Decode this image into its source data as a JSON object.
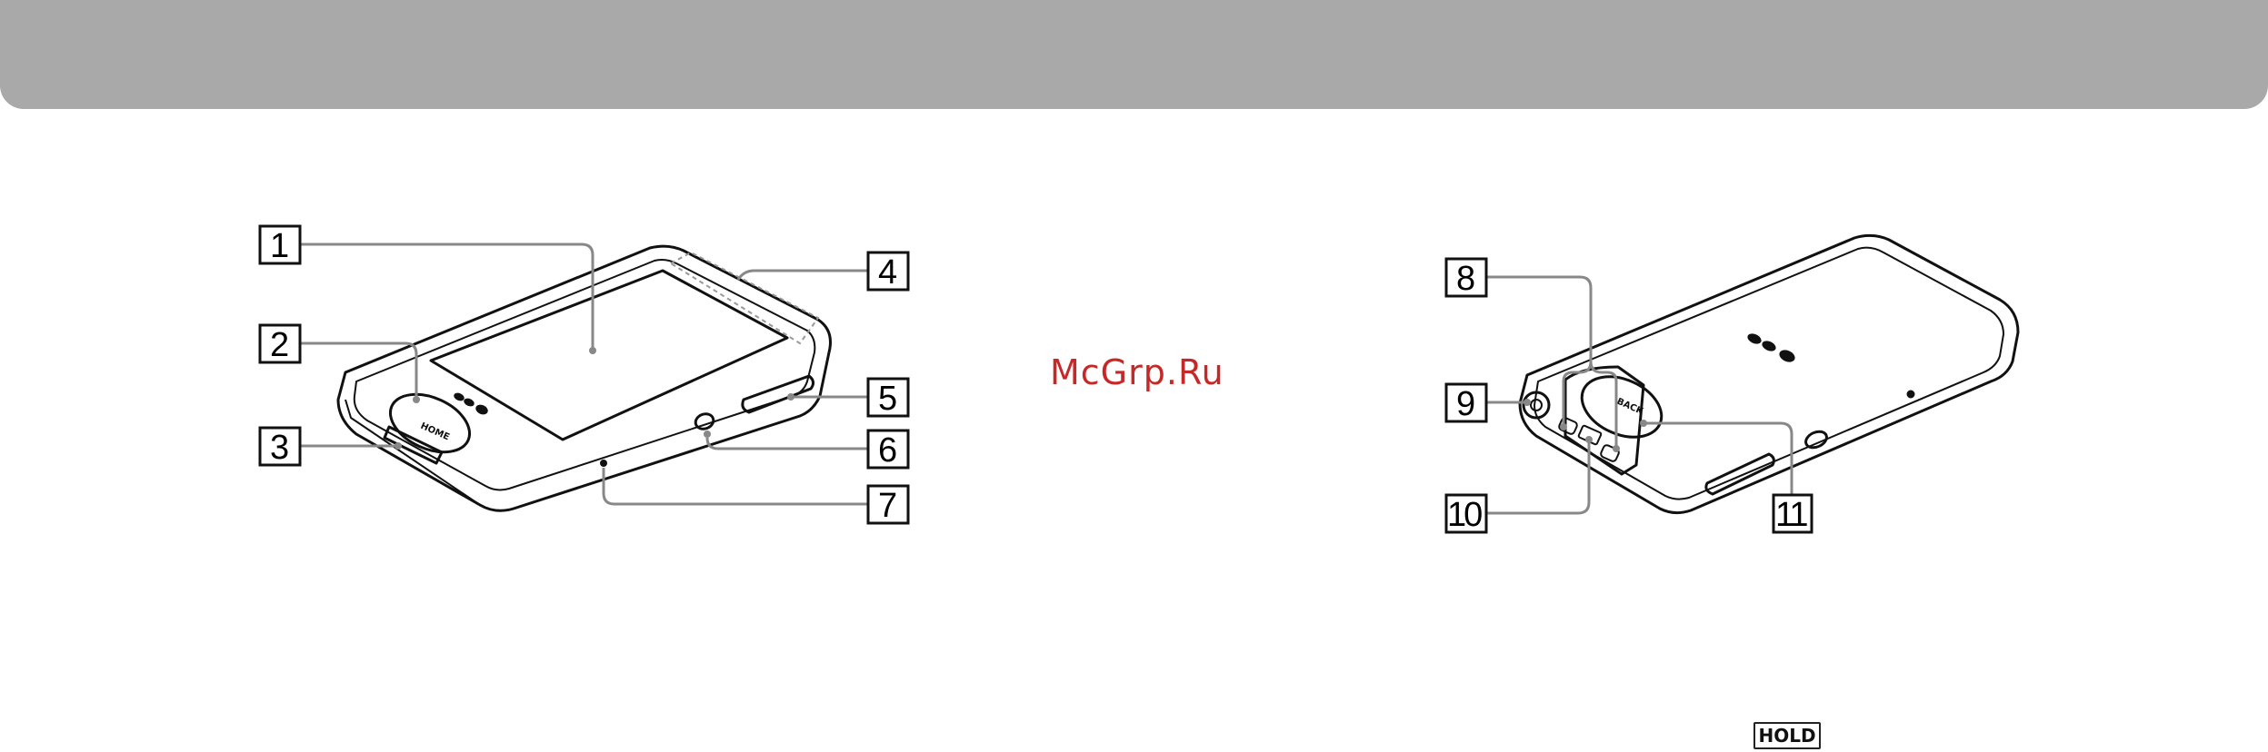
{
  "header": {
    "color": "#a9a9a9"
  },
  "watermark": {
    "text": "McGrp.Ru",
    "color": "#c62828"
  },
  "front_view": {
    "home_button_text": "HOME",
    "callouts": [
      "1",
      "2",
      "3",
      "4",
      "5",
      "6",
      "7"
    ]
  },
  "back_view": {
    "back_button_text": "BACK",
    "callouts": [
      "8",
      "9",
      "10",
      "11"
    ]
  },
  "hold_label": "HOLD"
}
